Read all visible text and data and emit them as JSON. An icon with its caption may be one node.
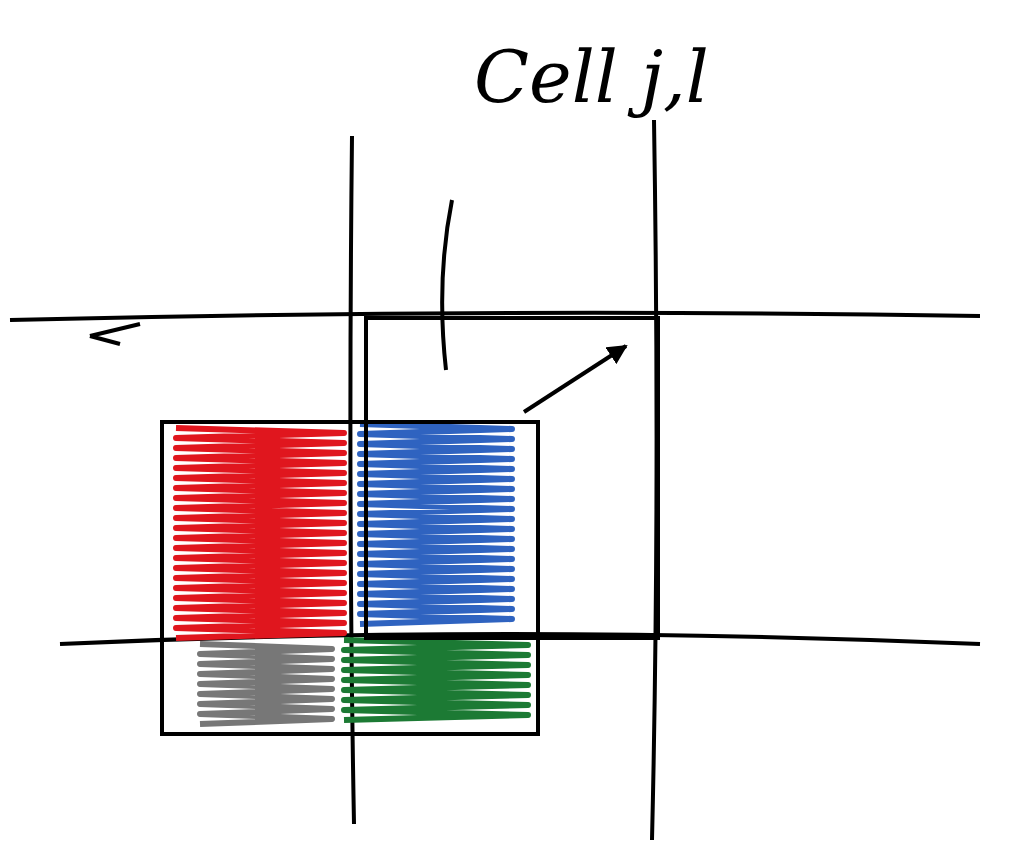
{
  "diagram": {
    "nodes": [
      {
        "text": [
          "Cell j,l"
        ]
      },
      {
        "text": [],
        "shape": "box"
      },
      {
        "text": [],
        "shape": "box"
      }
    ],
    "edges": [
      {
        "from": 0,
        "to": 1,
        "arrow": "none"
      },
      {
        "from": 2,
        "to": 1,
        "arrow": "to"
      }
    ]
  }
}
